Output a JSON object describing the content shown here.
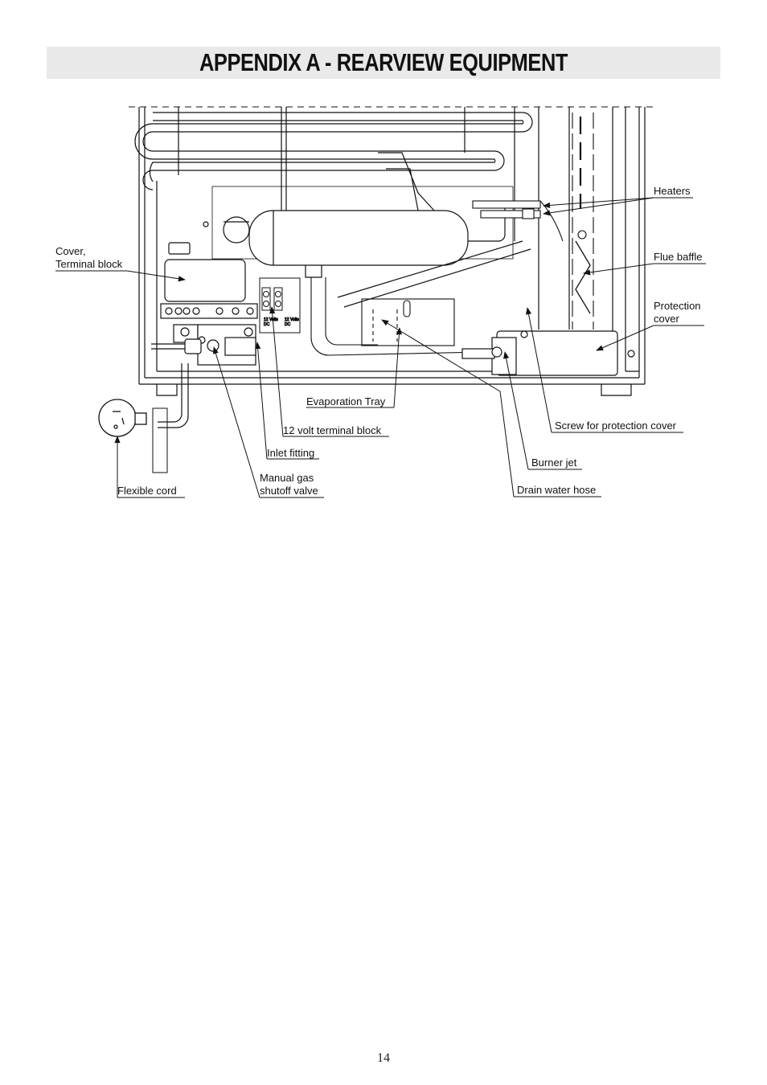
{
  "header": {
    "title": "APPENDIX A - REARVIEW EQUIPMENT"
  },
  "diagram": {
    "labels": {
      "heaters": "Heaters",
      "flue_baffle": "Flue baffle",
      "protection_cover_line1": "Protection",
      "protection_cover_line2": "cover",
      "cover_terminal_block_line1": "Cover,",
      "cover_terminal_block_line2": "Terminal block",
      "evaporation_tray": "Evaporation Tray",
      "terminal_block_12v": "12 volt terminal block",
      "inlet_fitting": "Inlet fitting",
      "manual_gas_valve_line1": "Manual gas",
      "manual_gas_valve_line2": "shutoff valve",
      "flexible_cord": "Flexible cord",
      "screw_protection_cover": "Screw for protection cover",
      "burner_jet": "Burner jet",
      "drain_water_hose": "Drain water hose"
    },
    "terminal_text": {
      "left_volts": "12 Volts",
      "left_dc": "DC",
      "right_volts": "12 Volts",
      "right_dc": "DC"
    }
  },
  "footer": {
    "page_number": "14"
  }
}
